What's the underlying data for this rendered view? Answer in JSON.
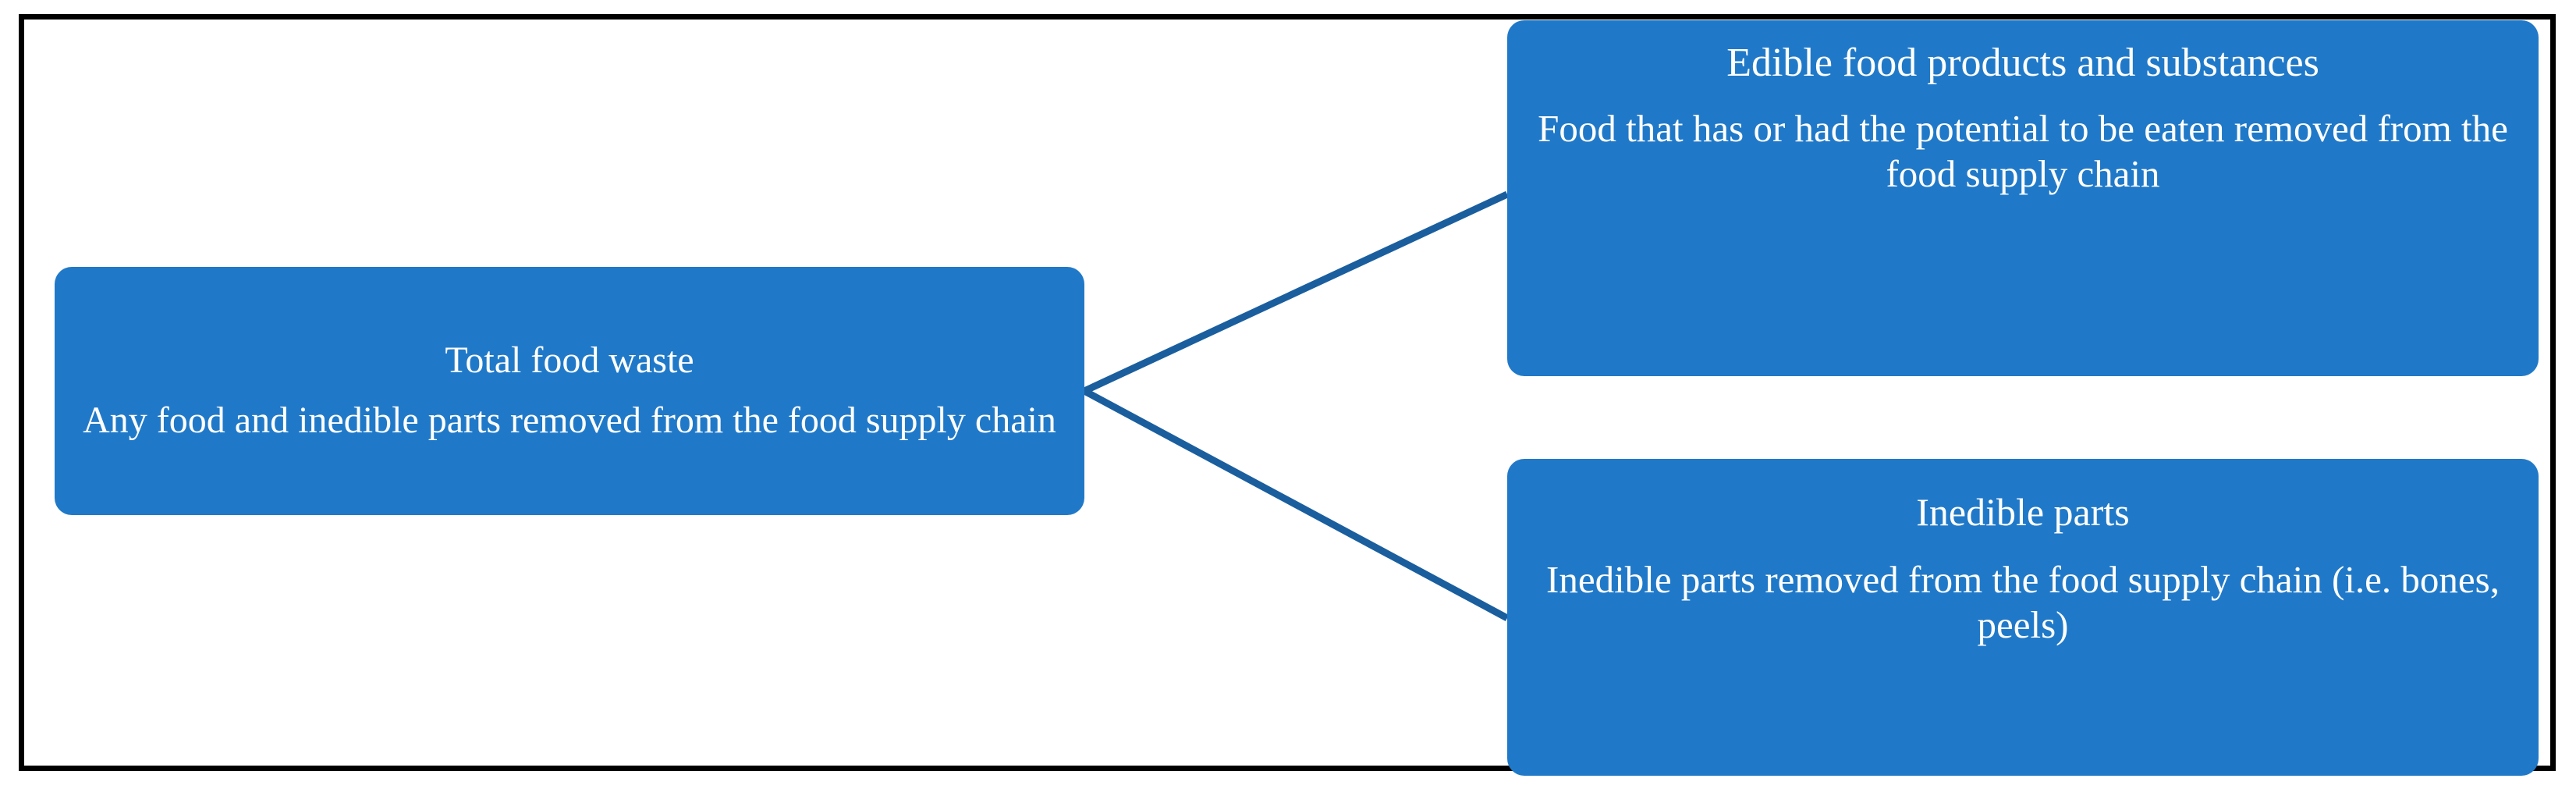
{
  "diagram": {
    "type": "tree",
    "frame": {
      "border_color": "#000000"
    },
    "colors": {
      "node_fill": "#2079C8",
      "node_text": "#FFFFFF",
      "connector": "#1A5E9E",
      "frame": "#000000",
      "background": "#FFFFFF"
    },
    "nodes": [
      {
        "id": "root",
        "title": "Total food waste",
        "body": "Any food and inedible parts removed from the food supply chain"
      },
      {
        "id": "edible",
        "title": "Edible food products and substances",
        "body": "Food that has or had the potential to be eaten removed from the food supply chain"
      },
      {
        "id": "inedible",
        "title": "Inedible parts",
        "body": "Inedible parts removed from the food supply chain (i.e. bones, peels)"
      }
    ],
    "connectors": [
      {
        "from": "root",
        "to": "edible"
      },
      {
        "from": "root",
        "to": "inedible"
      }
    ]
  }
}
